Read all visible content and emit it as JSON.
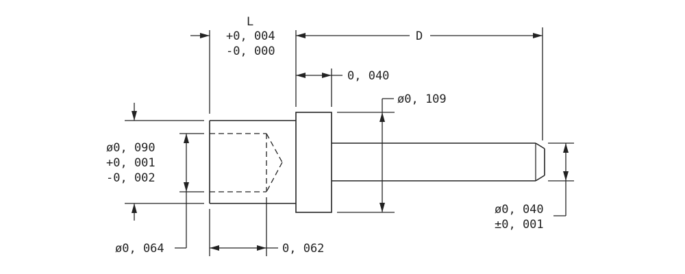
{
  "labels": {
    "length_name": "L",
    "length_tol_plus": "+0, 004",
    "length_tol_minus": "-0, 000",
    "overall_name": "D",
    "flange_thickness": "0, 040",
    "flange_diameter": "ø0, 109",
    "body_diameter": "ø0, 090",
    "body_tol_plus": "+0, 001",
    "body_tol_minus": "-0, 002",
    "bore_diameter": "ø0, 064",
    "bore_depth": "0, 062",
    "pin_diameter": "ø0, 040",
    "pin_tol": "±0, 001"
  }
}
